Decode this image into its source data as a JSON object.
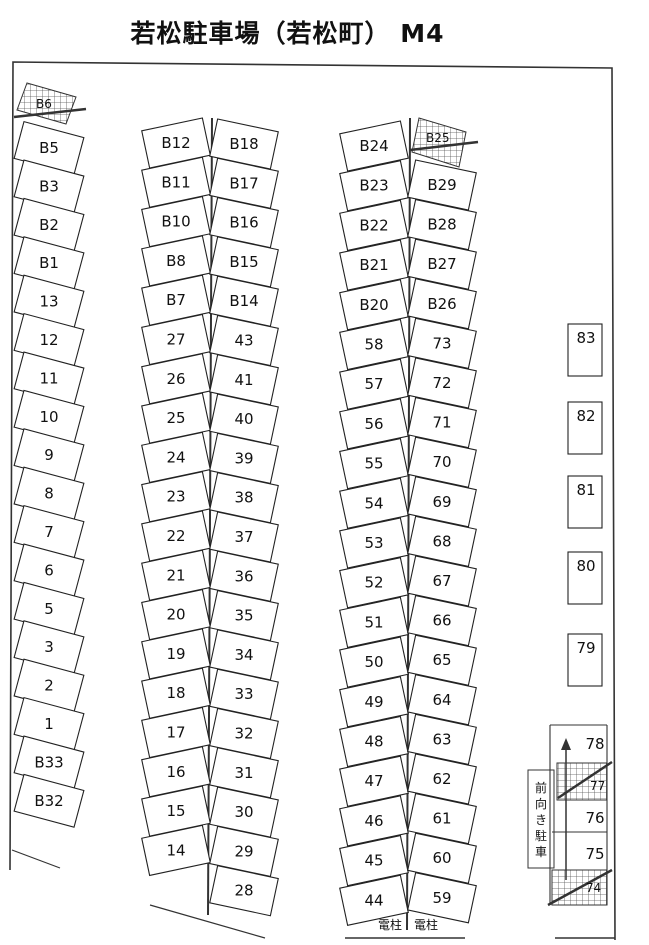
{
  "title": "若松駐車場（若松町） M4",
  "column_a": [
    "B5",
    "B3",
    "B2",
    "B1",
    "13",
    "12",
    "11",
    "10",
    "9",
    "8",
    "7",
    "6",
    "5",
    "3",
    "2",
    "1",
    "B33",
    "B32"
  ],
  "column_b_left": [
    "B12",
    "B11",
    "B10",
    "B8",
    "B7",
    "27",
    "26",
    "25",
    "24",
    "23",
    "22",
    "21",
    "20",
    "19",
    "18",
    "17",
    "16",
    "15",
    "14"
  ],
  "column_b_right": [
    "B18",
    "B17",
    "B16",
    "B15",
    "B14",
    "43",
    "41",
    "40",
    "39",
    "38",
    "37",
    "36",
    "35",
    "34",
    "33",
    "32",
    "31",
    "30",
    "29",
    "28"
  ],
  "column_c_left": [
    "B24",
    "B23",
    "B22",
    "B21",
    "B20",
    "58",
    "57",
    "56",
    "55",
    "54",
    "53",
    "52",
    "51",
    "50",
    "49",
    "48",
    "47",
    "46",
    "45",
    "44"
  ],
  "column_c_right": [
    "B29",
    "B28",
    "B27",
    "B26",
    "73",
    "72",
    "71",
    "70",
    "69",
    "68",
    "67",
    "66",
    "65",
    "64",
    "63",
    "62",
    "61",
    "60",
    "59"
  ],
  "right_stalls": [
    "83",
    "82",
    "81",
    "80",
    "79"
  ],
  "bottom_right_stalls": [
    "78",
    "76",
    "75"
  ],
  "forward_parking_sign": "前向き駐車",
  "pole_labels": [
    "電柱",
    "電柱"
  ]
}
